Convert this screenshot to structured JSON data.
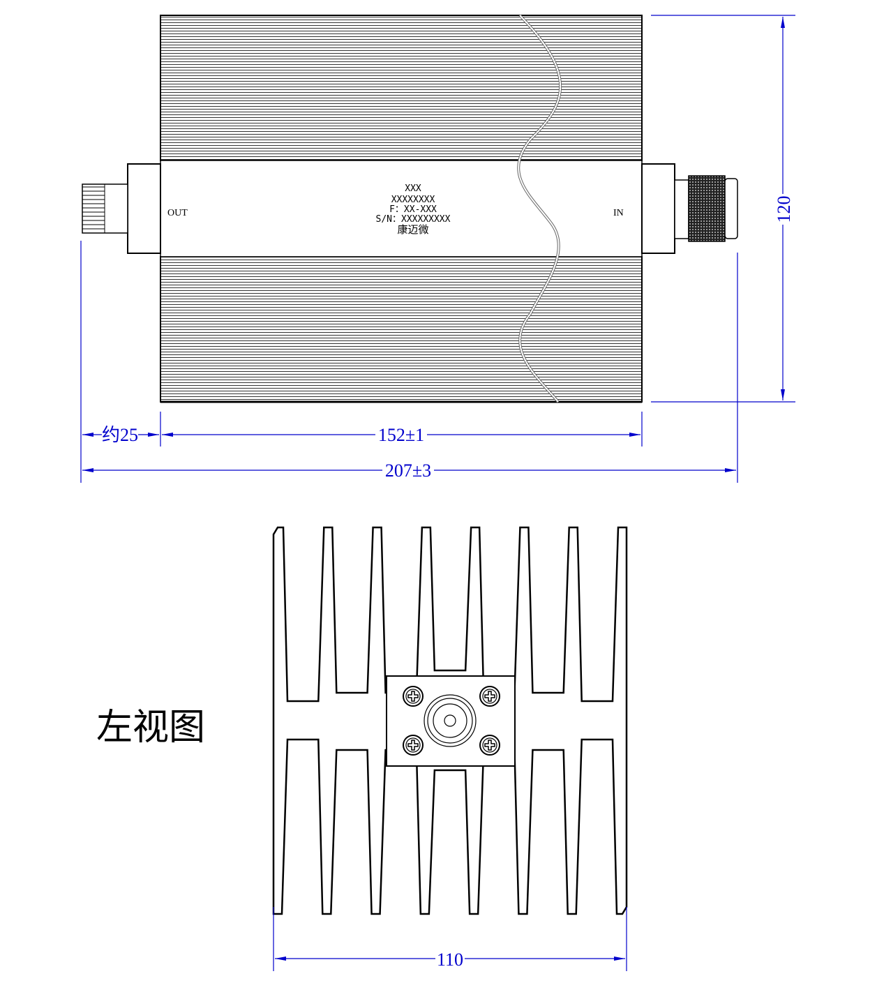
{
  "ports": {
    "out": "OUT",
    "in": "IN"
  },
  "label": {
    "line1": "XXX",
    "line2": "XXXXXXXX",
    "line3": "F：XX-XXX",
    "line4": "S/N：XXXXXXXXX",
    "line5": "康迈微"
  },
  "dimensions": {
    "height": "120",
    "connector_length": "约25",
    "body_length": "152±1",
    "total_length": "207±3",
    "side_width": "110"
  },
  "side_view_title": "左视图",
  "colors": {
    "dimension": "#0000cc",
    "outline": "#000000"
  }
}
